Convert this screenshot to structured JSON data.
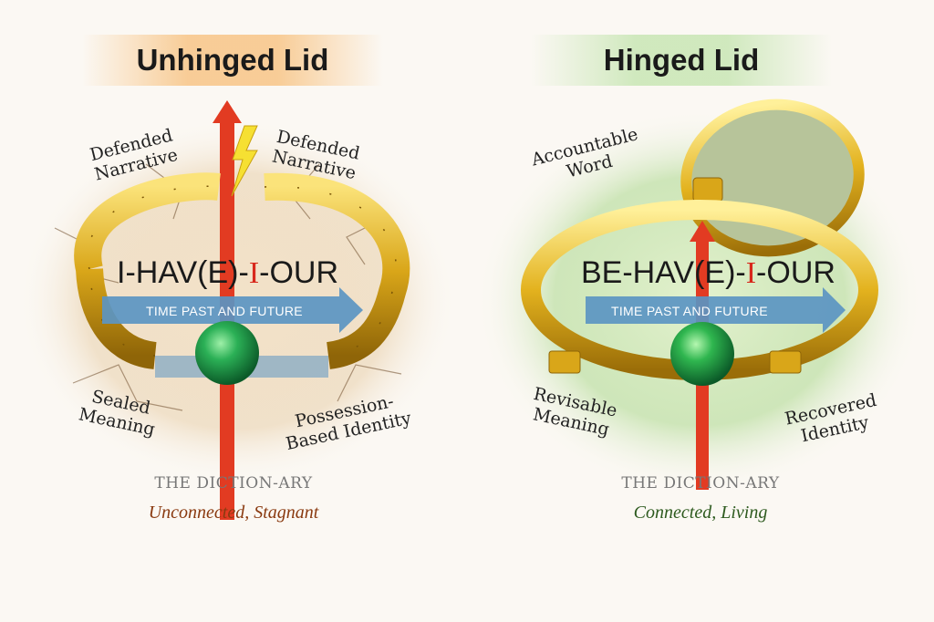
{
  "left": {
    "title": "Unhinged Lid",
    "word": {
      "pre": "I-HAV(E)-",
      "accent": "I",
      "post": "-OUR"
    },
    "arrow_text": "TIME PAST AND FUTURE",
    "labels": {
      "top_left": [
        "Defended",
        "Narrative"
      ],
      "top_right": [
        "Defended",
        "Narrative"
      ],
      "bottom_left": [
        "Sealed",
        "Meaning"
      ],
      "bottom_right": [
        "Possession-",
        "Based Identity"
      ]
    },
    "caption": "THE DICTION-ARY",
    "subtitle": "Unconnected, Stagnant",
    "subtitle_color": "#8a3a10"
  },
  "right": {
    "title": "Hinged Lid",
    "word": {
      "pre": "BE-HAV(E)-",
      "accent": "I",
      "post": "-OUR"
    },
    "arrow_text": "TIME PAST AND FUTURE",
    "labels": {
      "top_left": [
        "Accountable",
        "Word"
      ],
      "bottom_left": [
        "Revisable",
        "Meaning"
      ],
      "bottom_right": [
        "Recovered",
        "Identity"
      ]
    },
    "caption": "THE DICTION-ARY",
    "subtitle": "Connected, Living",
    "subtitle_color": "#2d5a1e"
  },
  "colors": {
    "gold": "#e0b21c",
    "red_arrow": "#e23b22",
    "blue_arrow": "#5b95c2",
    "green_orb": "#1e9a48"
  }
}
